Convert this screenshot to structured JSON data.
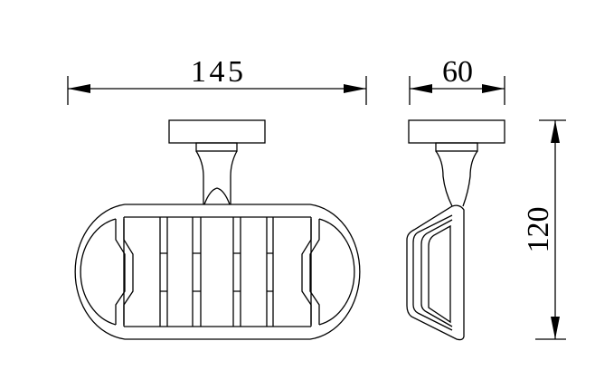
{
  "dimensions": {
    "width_label": "145",
    "depth_label": "60",
    "height_label": "120"
  },
  "colors": {
    "line": "#000000",
    "background": "#ffffff"
  }
}
